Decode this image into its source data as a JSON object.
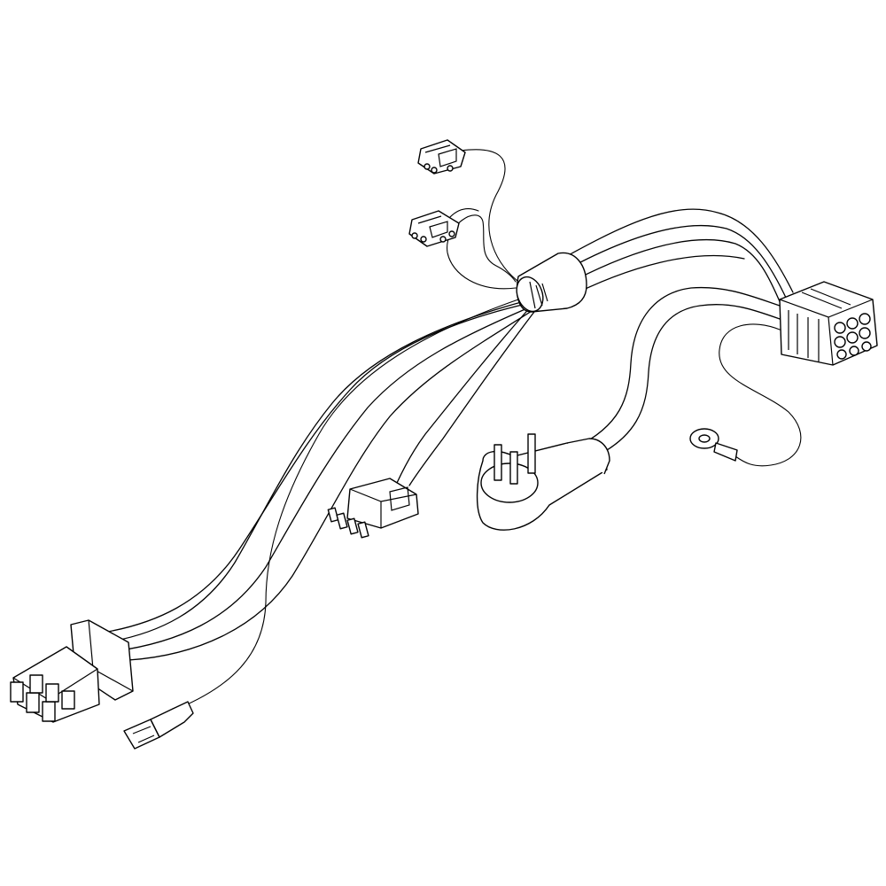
{
  "diagram": {
    "caption": "",
    "stroke_color": "#000000",
    "background_color": "#ffffff",
    "components": [
      "small-connector-top",
      "small-connector-upper",
      "wire-bundle-sleeve",
      "multi-pin-connector-right",
      "ring-terminal",
      "power-plug",
      "mid-connector",
      "main-connector-bottom-left",
      "spade-terminal"
    ]
  }
}
